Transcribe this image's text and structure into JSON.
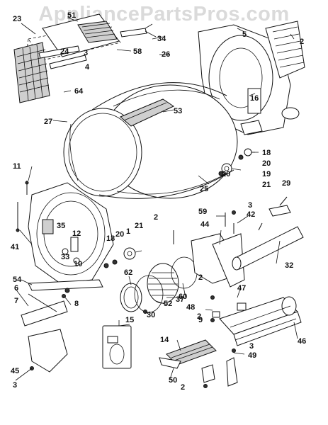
{
  "watermark": "AppliancePartsPros.com",
  "part_numbers": [
    "23",
    "51",
    "4",
    "34",
    "58",
    "24",
    "3",
    "26",
    "64",
    "27",
    "53",
    "5",
    "2",
    "16",
    "18",
    "20",
    "19",
    "21",
    "11",
    "25",
    "29",
    "41",
    "35",
    "12",
    "33",
    "10",
    "1",
    "18",
    "20",
    "21",
    "2",
    "59",
    "42",
    "3",
    "44",
    "32",
    "54",
    "6",
    "7",
    "8",
    "62",
    "60",
    "52",
    "37",
    "47",
    "48",
    "2",
    "30",
    "15",
    "14",
    "46",
    "45",
    "3",
    "50",
    "2",
    "49",
    "3",
    "9",
    "2",
    "20"
  ]
}
